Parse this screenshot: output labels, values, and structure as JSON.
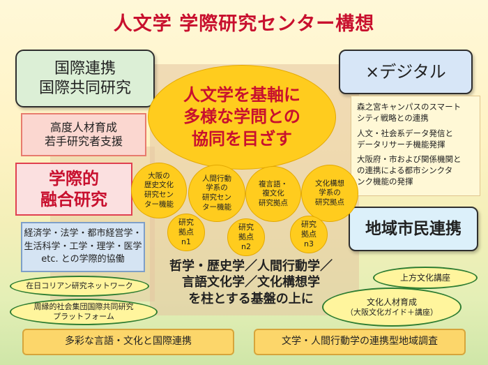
{
  "title": "人文学 学際研究センター構想",
  "left": {
    "intl_line1": "国際連携",
    "intl_line2": "国際共同研究",
    "jinzai_line1": "高度人材育成",
    "jinzai_line2": "若手研究者支援",
    "gakusai_line1": "学際的",
    "gakusai_line2": "融合研究",
    "cross_line1": "経済学・法学・都市経営学・",
    "cross_line2": "生活科学・工学・理学・医学",
    "cross_line3": "etc. との学際的協働"
  },
  "right": {
    "digital_title": "×デジタル",
    "digital_item1_line1": "森之宮キャンパスのスマート",
    "digital_item1_line2": "シティ戦略との連携",
    "digital_item2_line1": "人文・社会系データ発信と",
    "digital_item2_line2": "データリサーチ機能発揮",
    "digital_item3_line1": "大阪府・市および関係機関と",
    "digital_item3_line2": "の連携による都市シンクタ",
    "digital_item3_line3": "ンク機能の発揮",
    "chiiki": "地域市民連携"
  },
  "center": {
    "goal_line1": "人文学を基軸に",
    "goal_line2": "多様な学問との",
    "goal_line3": "協同を目ざす",
    "circles": [
      {
        "line1": "大阪の",
        "line2": "歴史文化",
        "line3": "研究セン",
        "line4": "ター機能"
      },
      {
        "line1": "人間行動",
        "line2": "学系の",
        "line3": "研究セン",
        "line4": "ター機能"
      },
      {
        "line1": "複言語・",
        "line2": "複文化",
        "line3": "研究拠点"
      },
      {
        "line1": "文化構想",
        "line2": "学系の",
        "line3": "研究拠点"
      }
    ],
    "small": [
      {
        "line1": "研究",
        "line2": "拠点",
        "line3": "n1"
      },
      {
        "line1": "研究",
        "line2": "拠点",
        "line3": "n2"
      },
      {
        "line1": "研究",
        "line2": "拠点",
        "line3": "n3"
      }
    ],
    "base_line1": "哲学・歴史学／人間行動学／",
    "base_line2": "言語文化学／文化構想学",
    "base_line3": "を柱とする基盤の上に"
  },
  "networks": {
    "left1": "在日コリアン研究ネットワーク",
    "left2_line1": "周縁的社会集団国際共同研究",
    "left2_line2": "プラットフォーム",
    "right1": "上方文化講座",
    "right2_line1": "文化人材育成",
    "right2_line2": "（大阪文化ガイド＋講座）"
  },
  "bottom": {
    "left": "多彩な言語・文化と国際連携",
    "right": "文学・人間行動学の連携型地域調査"
  }
}
